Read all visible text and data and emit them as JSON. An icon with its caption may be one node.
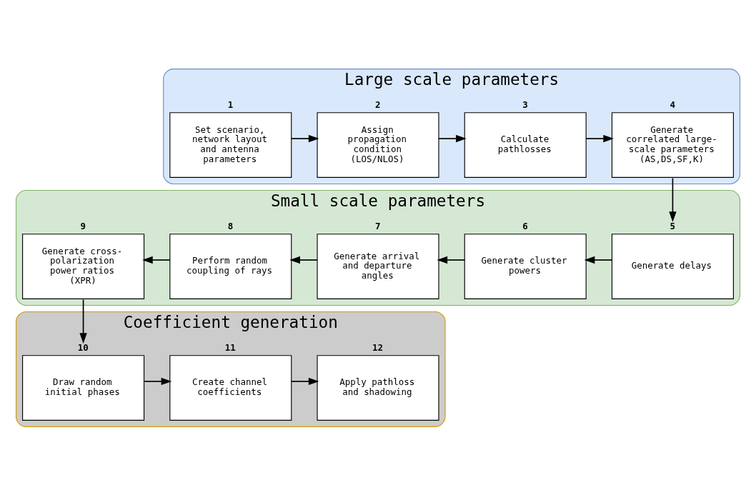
{
  "diagram": {
    "nodes": [
      {
        "text": [
          "Large scale parameters"
        ]
      },
      {
        "text": [
          "Set scenario, network layout and antenna parameters"
        ],
        "in": 0,
        "beside": [
          "1"
        ]
      },
      {
        "text": [
          "Assign propagation condition (LOS/NLOS)"
        ],
        "in": 0,
        "beside": [
          "2"
        ]
      },
      {
        "text": [
          "Calculate pathlosses"
        ],
        "in": 0,
        "beside": [
          "3"
        ]
      },
      {
        "text": [
          "Generate correlated large-scale parameters (AS,DS,SF,K)"
        ],
        "in": 0,
        "beside": [
          "4"
        ]
      },
      {
        "text": [
          "Small scale parameters"
        ]
      },
      {
        "text": [
          "Generate cross-polarization power ratios (XPR)"
        ],
        "in": 5,
        "beside": [
          "9"
        ]
      },
      {
        "text": [
          "Perform random coupling of rays"
        ],
        "in": 5,
        "beside": [
          "8"
        ]
      },
      {
        "text": [
          "Generate arrival and departure angles"
        ],
        "in": 5,
        "beside": [
          "7"
        ]
      },
      {
        "text": [
          "Generate cluster powers"
        ],
        "in": 5,
        "beside": [
          "6"
        ]
      },
      {
        "text": [
          "Generate delays"
        ],
        "in": 5,
        "beside": [
          "5"
        ]
      },
      {
        "text": [
          "Coefficient generation"
        ]
      },
      {
        "text": [
          "Draw random initial phases"
        ],
        "in": 11,
        "beside": [
          "10"
        ]
      },
      {
        "text": [
          "Create channel coefficients"
        ],
        "in": 11,
        "beside": [
          "11"
        ]
      },
      {
        "text": [
          "Apply pathloss and shadowing"
        ],
        "in": 11,
        "beside": [
          "12"
        ]
      }
    ],
    "edges": [
      {
        "from": 1,
        "to": 2,
        "arrow": "to"
      },
      {
        "from": 2,
        "to": 3,
        "arrow": "to"
      },
      {
        "from": 3,
        "to": 4,
        "arrow": "to"
      },
      {
        "from": 4,
        "to": 10,
        "arrow": "to"
      },
      {
        "from": 10,
        "to": 9,
        "arrow": "to"
      },
      {
        "from": 9,
        "to": 8,
        "arrow": "to"
      },
      {
        "from": 8,
        "to": 7,
        "arrow": "to"
      },
      {
        "from": 7,
        "to": 6,
        "arrow": "to"
      },
      {
        "from": 6,
        "to": 12,
        "arrow": "to"
      },
      {
        "from": 12,
        "to": 13,
        "arrow": "to"
      },
      {
        "from": 13,
        "to": 14,
        "arrow": "to"
      }
    ]
  }
}
